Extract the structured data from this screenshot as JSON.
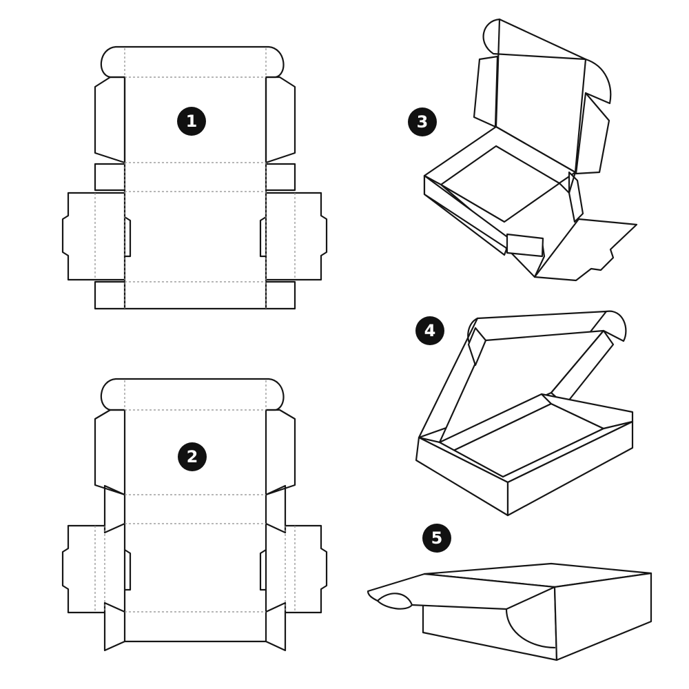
{
  "steps": [
    {
      "label": "1"
    },
    {
      "label": "2"
    },
    {
      "label": "3"
    },
    {
      "label": "4"
    },
    {
      "label": "5"
    }
  ],
  "colors": {
    "line": "#151515",
    "fold": "#8a8a8a",
    "badge": "#111111",
    "background": "#ffffff"
  },
  "icons": {
    "badge": "numbered-circle-badge"
  }
}
